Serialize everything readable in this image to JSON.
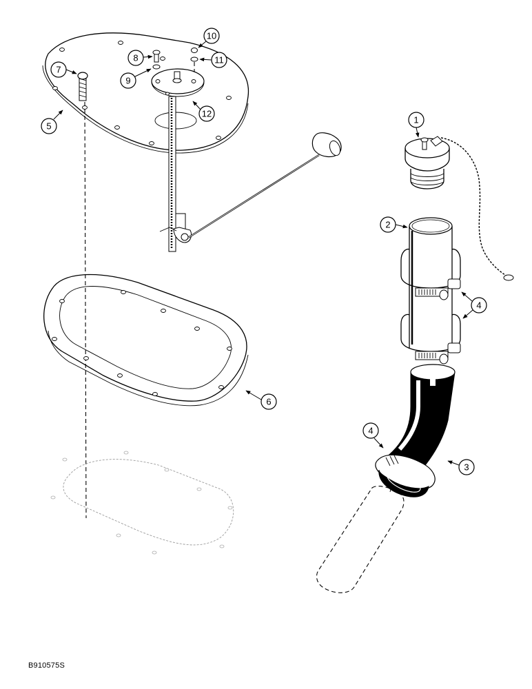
{
  "figure": {
    "id": "B910575S",
    "type": "exploded parts diagram",
    "subject": "fuel tank sender unit, filler neck, cap and hose assembly"
  },
  "callouts": [
    {
      "number": "1",
      "part": "filler cap with chain"
    },
    {
      "number": "2",
      "part": "filler tube"
    },
    {
      "number": "3",
      "part": "hose elbow"
    },
    {
      "number": "4",
      "part": "hose clamp"
    },
    {
      "number": "5",
      "part": "cover plate"
    },
    {
      "number": "6",
      "part": "gasket"
    },
    {
      "number": "7",
      "part": "bolt"
    },
    {
      "number": "8",
      "part": "screw"
    },
    {
      "number": "9",
      "part": "washer"
    },
    {
      "number": "10",
      "part": "nut"
    },
    {
      "number": "11",
      "part": "lock washer"
    },
    {
      "number": "12",
      "part": "fuel level sender"
    }
  ],
  "labels": {
    "c1": "1",
    "c2": "2",
    "c3": "3",
    "c4a": "4",
    "c4b": "4",
    "c5": "5",
    "c6": "6",
    "c7": "7",
    "c8": "8",
    "c9": "9",
    "c10": "10",
    "c11": "11",
    "c12": "12"
  }
}
